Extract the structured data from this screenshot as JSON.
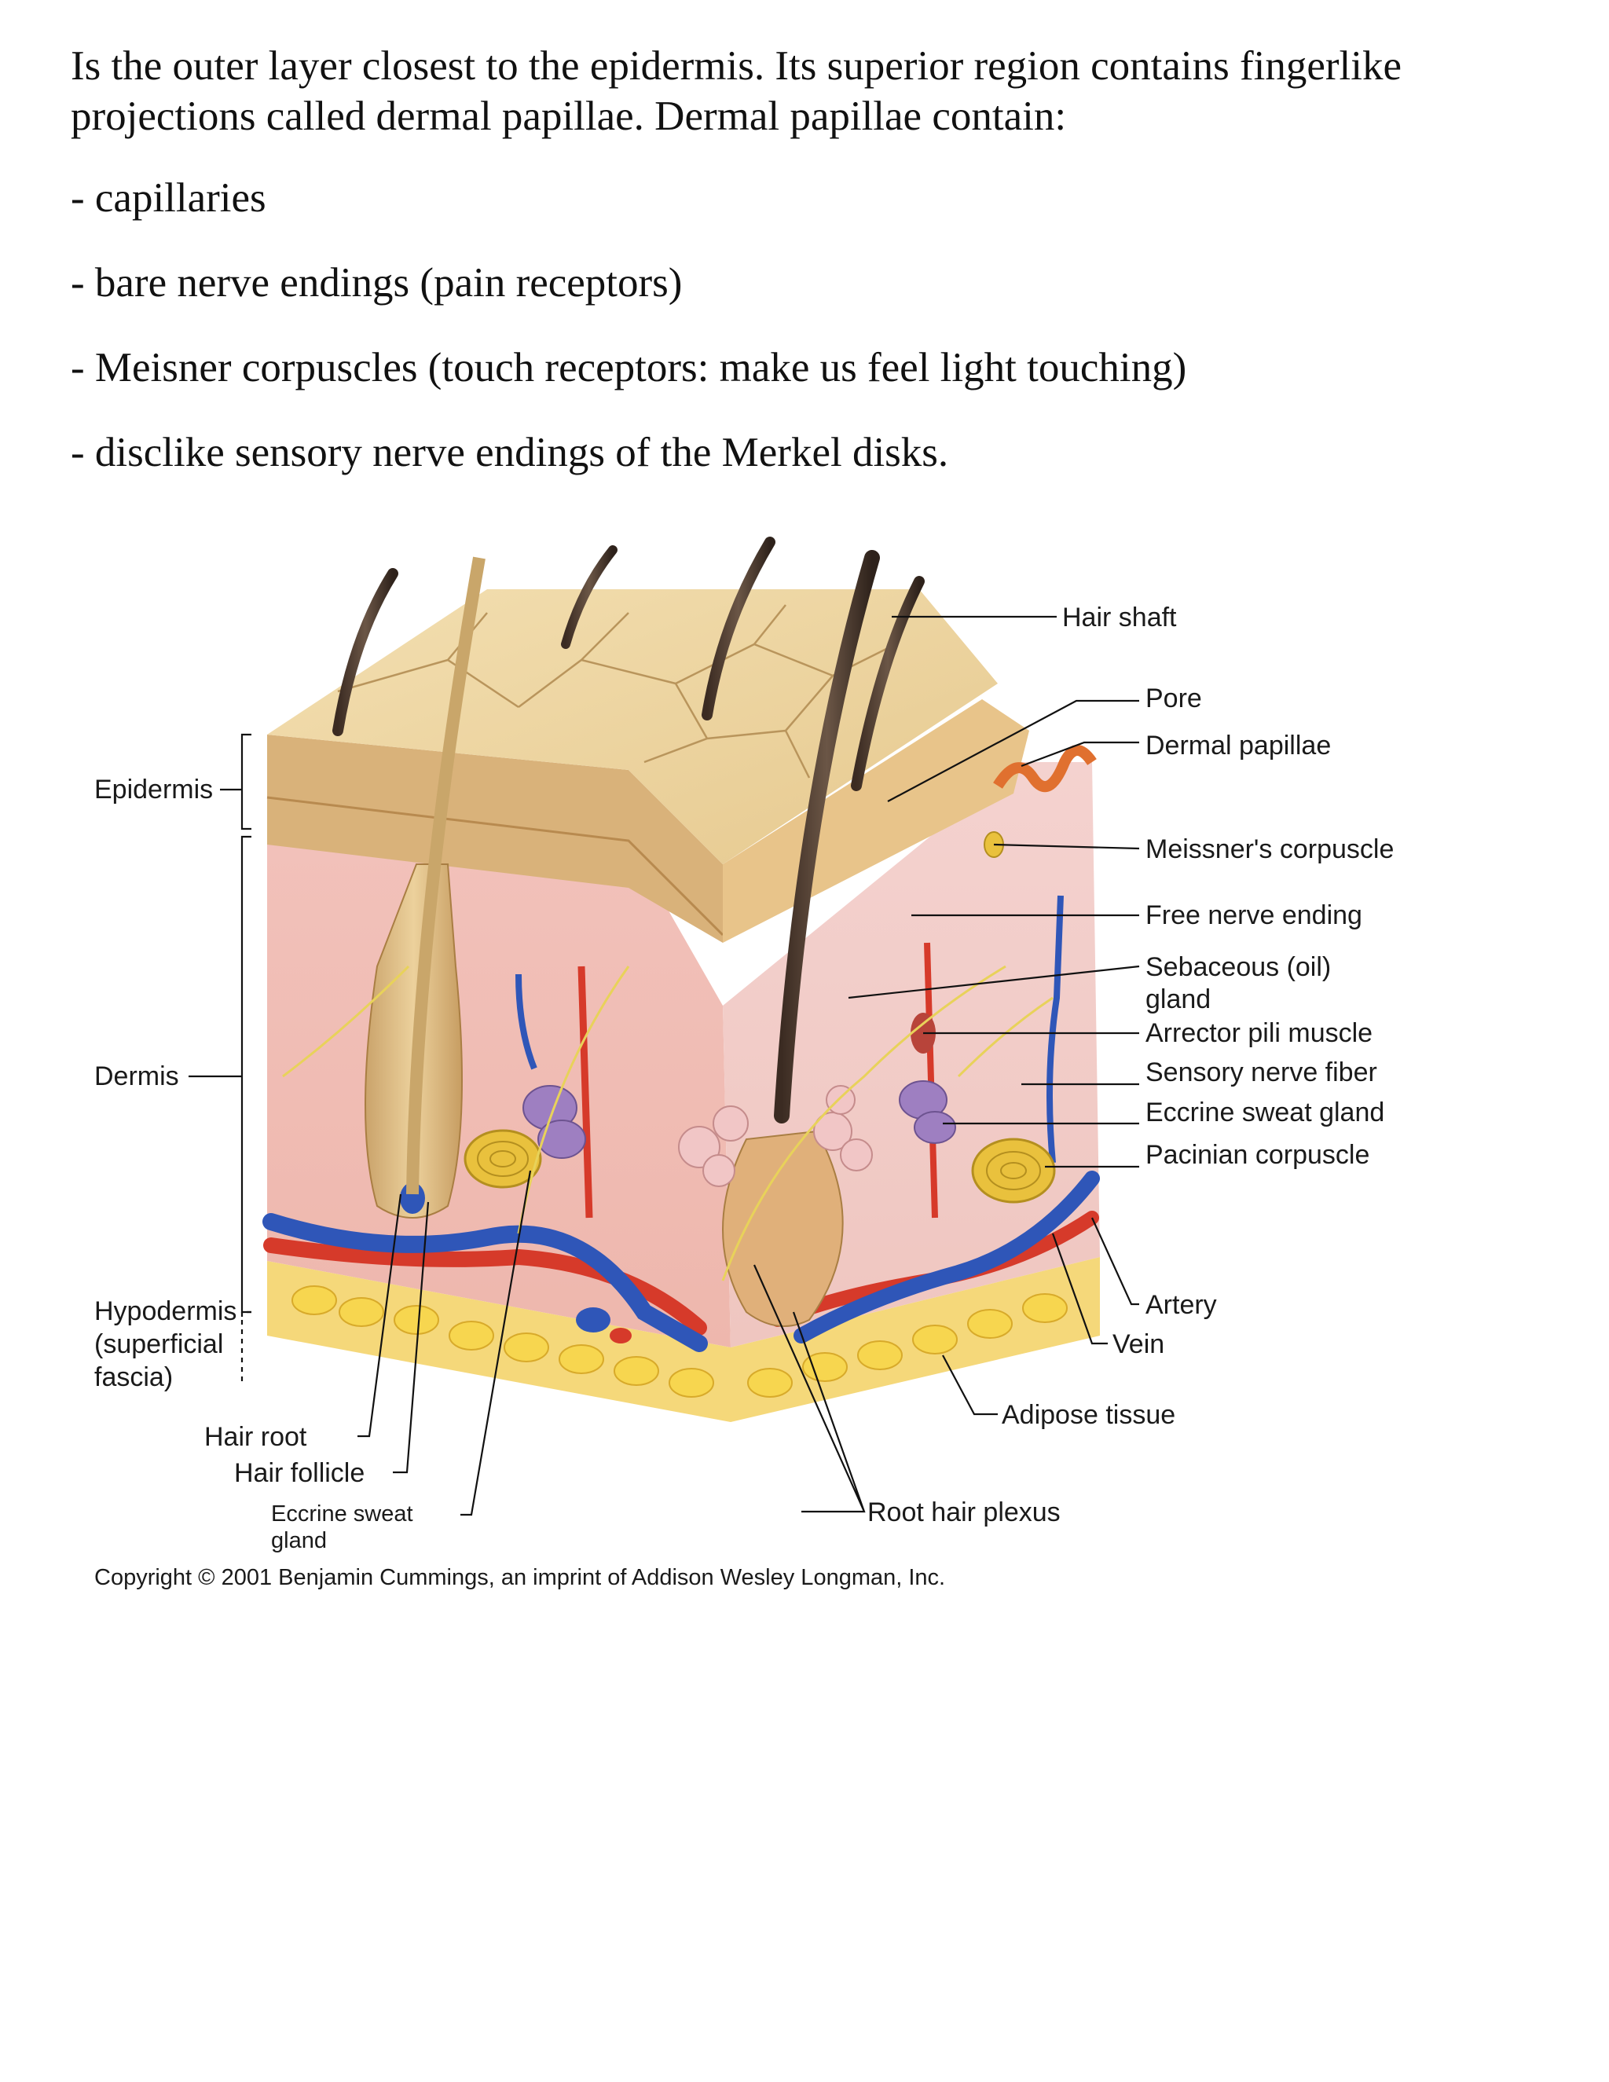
{
  "document": {
    "intro": "Is the outer layer closest to the epidermis. Its superior region contains fingerlike projections called dermal papillae. Dermal papillae contain:",
    "bullets": [
      "- capillaries",
      "- bare nerve endings (pain receptors)",
      "- Meisner corpuscles (touch receptors: make us feel light touching)",
      "- disclike sensory nerve endings of the Merkel disks."
    ]
  },
  "figure": {
    "left_labels": {
      "epidermis": "Epidermis",
      "dermis": "Dermis",
      "hypodermis_1": "Hypodermis",
      "hypodermis_2": "(superficial",
      "hypodermis_3": "fascia)"
    },
    "right_labels": {
      "hair_shaft": "Hair shaft",
      "pore": "Pore",
      "dermal_papillae": "Dermal papillae",
      "meissners_corpuscle": "Meissner's corpuscle",
      "free_nerve_ending": "Free nerve ending",
      "sebaceous_1": "Sebaceous (oil)",
      "sebaceous_2": "gland",
      "arrector_pili": "Arrector pili muscle",
      "sensory_nerve_fiber": "Sensory nerve fiber",
      "eccrine_sweat_gland": "Eccrine sweat gland",
      "pacinian_corpuscle": "Pacinian corpuscle",
      "artery": "Artery",
      "vein": "Vein",
      "adipose_tissue": "Adipose tissue"
    },
    "bottom_labels": {
      "hair_root": "Hair root",
      "hair_follicle": "Hair follicle",
      "eccrine_1": "Eccrine sweat",
      "eccrine_2": "gland",
      "root_hair_plexus": "Root hair plexus"
    },
    "copyright": "Copyright © 2001 Benjamin Cummings, an imprint of Addison Wesley Longman, Inc."
  }
}
